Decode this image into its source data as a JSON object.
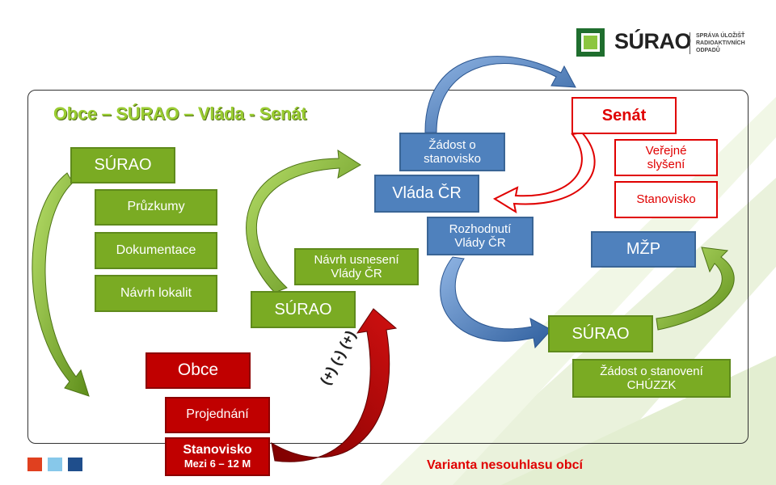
{
  "logo": {
    "name": "SÚRAO",
    "subtitle_lines": [
      "SPRÁVA ÚLOŽIŠŤ",
      "RADIOAKTIVNÍCH",
      "ODPADŮ"
    ]
  },
  "title": "Obce – SÚRAO – Vláda - Senát",
  "nodes": {
    "surao_left": "SÚRAO",
    "pruzkumy": "Průzkumy",
    "dokumentace": "Dokumentace",
    "navrh_lokalit": "Návrh lokalit",
    "obce": "Obce",
    "projednani": "Projednání",
    "stanovisko_obce": {
      "line1": "Stanovisko",
      "line2": "Mezi 6 – 12 M"
    },
    "surao_mid": "SÚRAO",
    "navrh_usneseni": {
      "line1": "Návrh usnesení",
      "line2": "Vlády ČR"
    },
    "zadost_stanovisko": {
      "line1": "Žádost o",
      "line2": "stanovisko"
    },
    "vlada": "Vláda ČR",
    "rozhodnuti": {
      "line1": "Rozhodnutí",
      "line2": "Vlády ČR"
    },
    "senat": "Senát",
    "verejne_slyseni": {
      "line1": "Veřejné",
      "line2": "slyšení"
    },
    "stanovisko_senat": "Stanovisko",
    "mzp": "MŽP",
    "surao_right": "SÚRAO",
    "zadost_chuzzk": {
      "line1": "Žádost o stanovení",
      "line2": "CHÚZZK"
    }
  },
  "votes_label": "(+) (-) (+)",
  "footer_note": "Varianta nesouhlasu obcí",
  "colors": {
    "green": "#7aab23",
    "blue": "#4f81bd",
    "dark_red": "#c00000",
    "red": "#e00000",
    "title_green": "#9acd32",
    "footer_squares": [
      "#e0401f",
      "#87c8ea",
      "#1f4e8c"
    ]
  }
}
